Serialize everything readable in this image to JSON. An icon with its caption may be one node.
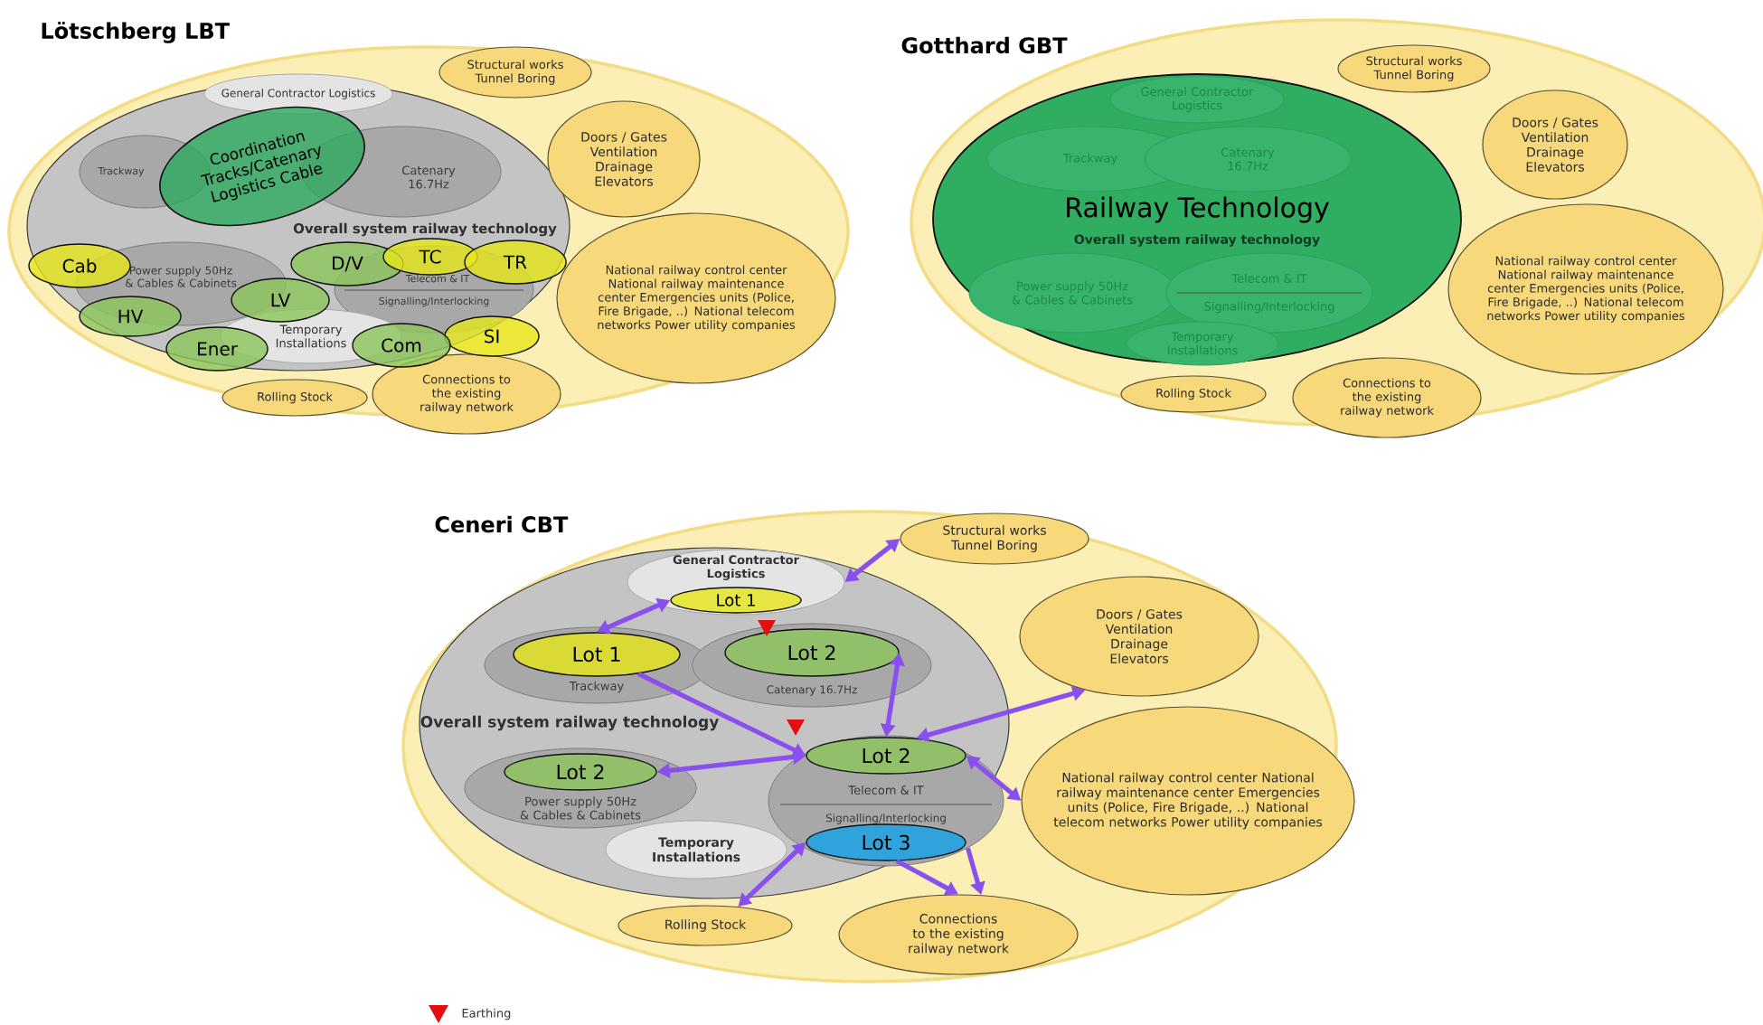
{
  "diagram": {
    "nodes": [
      {
        "text": [
          "Lötschberg LBT"
        ]
      },
      {
        "text": [
          "Overall system railway technology"
        ],
        "in": 0
      },
      {
        "text": [
          "General Contractor Logistics"
        ],
        "in": 1
      },
      {
        "text": [
          "Trackway"
        ],
        "in": 1
      },
      {
        "text": [
          "Catenary 16.7Hz"
        ],
        "in": 1
      },
      {
        "text": [
          "Power supply 50Hz & Cables & Cabinets"
        ],
        "in": 1
      },
      {
        "text": [
          "Telecom & IT",
          "Signalling/Interlocking"
        ],
        "in": 1
      },
      {
        "text": [
          "Temporary Installations"
        ],
        "in": 1
      },
      {
        "text": [
          "Structural works Tunnel Boring"
        ],
        "in": 0
      },
      {
        "text": [
          "Doors / Gates Ventilation Drainage Elevators"
        ],
        "in": 0
      },
      {
        "text": [
          "National railway control center National railway maintenance center Emergencies units (Police, Fire Brigade, ..) National telecom networks Power utility companies"
        ],
        "in": 0
      },
      {
        "text": [
          "Rolling Stock"
        ],
        "in": 0
      },
      {
        "text": [
          "Connections to the existing railway network"
        ],
        "in": 0
      },
      {
        "text": [
          "Coordination Tracks/Catenary Logistics Cable"
        ],
        "in": 1
      },
      {
        "text": [
          "Cab"
        ],
        "in": 1
      },
      {
        "text": [
          "LV"
        ],
        "in": 1
      },
      {
        "text": [
          "HV"
        ],
        "in": 1
      },
      {
        "text": [
          "D/V"
        ],
        "in": 1
      },
      {
        "text": [
          "TC"
        ],
        "in": 1
      },
      {
        "text": [
          "TR"
        ],
        "in": 1
      },
      {
        "text": [
          "SI"
        ],
        "in": 0
      },
      {
        "text": [
          "Ener"
        ],
        "in": 1
      },
      {
        "text": [
          "Com"
        ],
        "in": 1
      },
      {
        "text": [
          "Gotthard GBT"
        ]
      },
      {
        "text": [
          "Railway Technology",
          "Overall system railway technology"
        ],
        "in": 23
      },
      {
        "text": [
          "General Contractor Logistics"
        ],
        "in": 24
      },
      {
        "text": [
          "Trackway"
        ],
        "in": 24
      },
      {
        "text": [
          "Catenary 16.7Hz"
        ],
        "in": 24
      },
      {
        "text": [
          "Power supply 50Hz & Cables & Cabinets"
        ],
        "in": 24
      },
      {
        "text": [
          "Telecom & IT",
          "Signalling/Interlocking"
        ],
        "in": 24
      },
      {
        "text": [
          "Temporary Installations"
        ],
        "in": 24
      },
      {
        "text": [
          "Structural works Tunnel Boring"
        ],
        "in": 23
      },
      {
        "text": [
          "Doors / Gates Ventilation Drainage Elevators"
        ],
        "in": 23
      },
      {
        "text": [
          "National railway control center National railway maintenance center Emergencies units (Police, Fire Brigade, ..) National telecom networks Power utility companies"
        ],
        "in": 23
      },
      {
        "text": [
          "Rolling Stock"
        ],
        "in": 23
      },
      {
        "text": [
          "Connections to the existing railway network"
        ],
        "in": 23
      },
      {
        "text": [
          "Ceneri CBT"
        ]
      },
      {
        "text": [
          "Overall system railway technology"
        ],
        "in": 36
      },
      {
        "text": [
          "General Contractor Logistics"
        ],
        "in": 37
      },
      {
        "text": [
          "Trackway"
        ],
        "in": 37
      },
      {
        "text": [
          "Catenary 16.7Hz"
        ],
        "in": 37
      },
      {
        "text": [
          "Power supply 50Hz & Cables & Cabinets"
        ],
        "in": 37
      },
      {
        "text": [
          "Telecom & IT",
          "Signalling/Interlocking"
        ],
        "in": 37
      },
      {
        "text": [
          "Temporary Installations"
        ],
        "in": 37
      },
      {
        "text": [
          "Structural works Tunnel Boring"
        ],
        "in": 36
      },
      {
        "text": [
          "Doors / Gates Ventilation Drainage Elevators"
        ],
        "in": 36
      },
      {
        "text": [
          "National railway control center National railway maintenance center Emergencies units (Police, Fire Brigade, ..) National telecom networks Power utility companies"
        ],
        "in": 36
      },
      {
        "text": [
          "Rolling Stock"
        ],
        "in": 36
      },
      {
        "text": [
          "Connections to the existing railway network"
        ],
        "in": 36
      },
      {
        "text": [
          "Lot 1"
        ],
        "in": 38
      },
      {
        "text": [
          "Lot 1"
        ],
        "in": 39
      },
      {
        "text": [
          "Lot 2"
        ],
        "in": 40
      },
      {
        "text": [
          "Lot 2"
        ],
        "in": 41
      },
      {
        "text": [
          "Lot 2"
        ],
        "in": 42
      },
      {
        "text": [
          "Lot 3"
        ],
        "in": 42
      }
    ],
    "edges": [
      {
        "from": 38,
        "to": 44,
        "arrow": "both"
      },
      {
        "from": 49,
        "to": 50,
        "arrow": "both"
      },
      {
        "from": 50,
        "to": 53,
        "arrow": "to"
      },
      {
        "from": 51,
        "to": 53,
        "arrow": "both"
      },
      {
        "from": 52,
        "to": 53,
        "arrow": "both"
      },
      {
        "from": 53,
        "to": 45,
        "arrow": "both"
      },
      {
        "from": 53,
        "to": 46,
        "arrow": "both"
      },
      {
        "from": 54,
        "to": 47,
        "arrow": "both"
      },
      {
        "from": 54,
        "to": 48,
        "arrow": "to"
      },
      {
        "from": 42,
        "to": 48,
        "arrow": "to"
      }
    ],
    "legend": [
      {
        "text": "Earthing"
      }
    ]
  }
}
